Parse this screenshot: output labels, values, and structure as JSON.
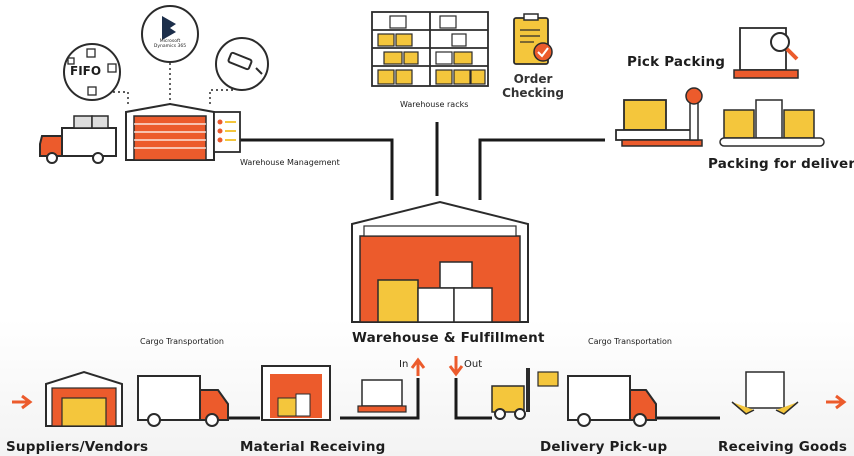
{
  "labels": {
    "warehouse_management": "Warehouse Management",
    "warehouse_racks": "Warehouse racks",
    "order_checking_line1": "Order",
    "order_checking_line2": "Checking",
    "pick_packing": "Pick Packing",
    "packing_for_delivery": "Packing for delivery",
    "warehouse_fulfillment": "Warehouse & Fulfillment",
    "cargo_transportation_left": "Cargo Transportation",
    "cargo_transportation_right": "Cargo Transportation",
    "in": "In",
    "out": "Out",
    "suppliers_vendors": "Suppliers/Vendors",
    "material_receiving": "Material Receiving",
    "delivery_pickup": "Delivery Pick-up",
    "receiving_goods": "Receiving Goods",
    "fifo": "FIFO",
    "dynamics_line1": "Microsoft",
    "dynamics_line2": "Dynamics 365"
  },
  "colors": {
    "accent": "#ec5b2c",
    "line": "#1a1a1a",
    "box": "#f4c63c",
    "outline": "#2b2b2b"
  },
  "icons": [
    "truck-icon",
    "garage-warehouse-icon",
    "checklist-icon",
    "fifo-icon",
    "dynamics-logo-icon",
    "security-camera-icon",
    "rack-shelves-icon",
    "order-clipboard-icon",
    "pick-packing-icon",
    "scale-icon",
    "conveyor-icon",
    "big-warehouse-icon",
    "arrow-up-icon",
    "arrow-down-icon",
    "container-icon",
    "pallet-icon",
    "forklift-icon",
    "hands-box-icon"
  ]
}
